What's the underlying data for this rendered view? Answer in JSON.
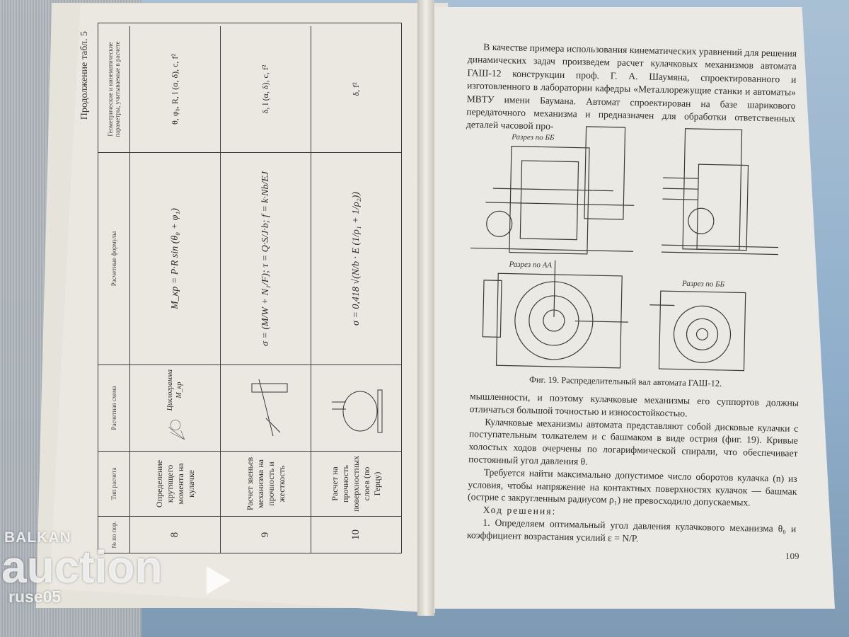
{
  "table": {
    "caption": "Продолжение табл. 5",
    "headers": [
      "№ по пор.",
      "Тип расчета",
      "Расчетная схема",
      "Расчетные формулы",
      "Геометрические и кинематические параметры, учитываемые в расчете"
    ],
    "rows": [
      {
        "num": "8",
        "type": "Определение крутящего момента на кулачке",
        "scheme": "Циклограмма M_кр",
        "formula": "M_кр = P·R sin (θ₀ + φ₁)",
        "params": "θ, φ₀, R, l (α, δ), c, f²"
      },
      {
        "num": "9",
        "type": "Расчет звеньев механизма на прочность и жесткость",
        "scheme": "",
        "formula": "σ = (M/W + N₁/F); τ = Q·S/J·b; f = k·Nb/EJ",
        "params": "δ, l (α, δ), c, f²"
      },
      {
        "num": "10",
        "type": "Расчет на прочность поверхностных слоев (по Герцу)",
        "scheme": "",
        "formula": "σ = 0,418 √(N/b · E (1/ρ₁ + 1/ρ₂))",
        "params": "δ, f²"
      }
    ]
  },
  "right_page": {
    "para1": "В качестве примера использования кинематических уравнений для решения динамических задач произведем расчет кулачковых механизмов автомата ГАШ-12 конструкции проф. Г. А. Шаумяна, спроектированного и изготовленного в лаборатории кафедры «Металлорежущие станки и автоматы» МВТУ имени Баумана. Автомат спроектирован на базе шарикового передаточного механизма и предназначен для обработки ответственных деталей часовой про-",
    "figure_labels": {
      "section_bb_top": "Разрез по ББ",
      "section_aa": "Разрез по АА",
      "section_bb_right": "Разрез по ББ"
    },
    "figure_caption": "Фиг. 19. Распределительный вал автомата ГАШ-12.",
    "para2": "мышленности, и поэтому кулачковые механизмы его суппортов должны отличаться большой точностью и износостойкостью.",
    "para3": "Кулачковые механизмы автомата представляют собой дисковые кулачки с поступательным толкателем и с башмаком в виде острия (фиг. 19). Кривые холостых ходов очерчены по логарифмической спирали, что обеспечивает постоянный угол давления θ.",
    "para4": "Требуется найти максимально допустимое число оборотов кулачка (n) из условия, чтобы напряжение на контактных поверхностях кулачок — башмак (острие с закругленным радиусом ρ₁) не превосходило допускаемых.",
    "heading": "Ход решения:",
    "para5": "1. Определяем оптимальный угол давления кулачкового механизма θ₀ и коэффициент возрастания усилий ε = N/P.",
    "page_number": "109"
  },
  "watermark": {
    "top": "BALKAN",
    "main": "auction",
    "bottom": "ruse05"
  }
}
